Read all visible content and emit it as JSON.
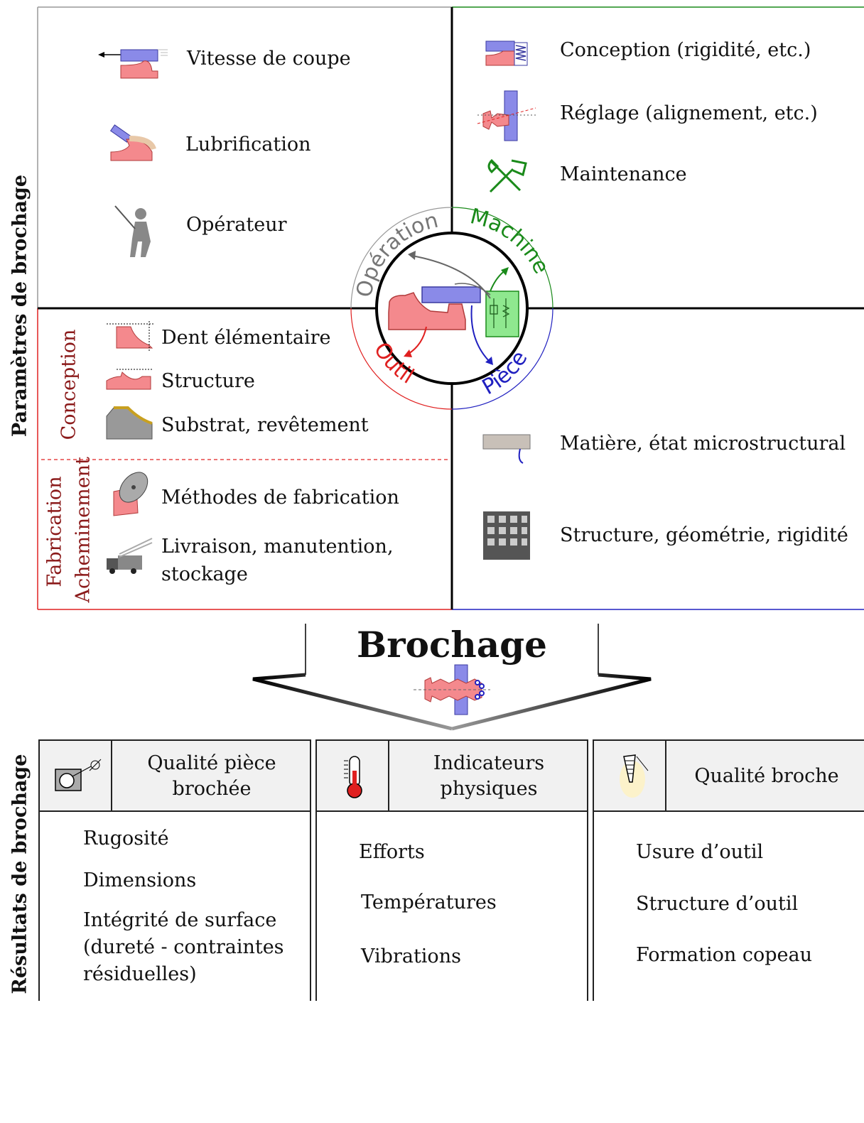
{
  "side_titles": {
    "top": "Paramètres de brochage",
    "bottom": "Résultats de brochage"
  },
  "sub_titles": {
    "conception": "Conception",
    "fabrication": "Fabrication",
    "acheminement": "Acheminement"
  },
  "operation": {
    "label": "Opération",
    "items": [
      "Vitesse de coupe",
      "Lubrification",
      "Opérateur"
    ]
  },
  "machine": {
    "label": "Machine",
    "items": [
      "Conception (rigidité, etc.)",
      "Réglage (alignement, etc.)",
      "Maintenance"
    ]
  },
  "outil": {
    "label": "Outil",
    "conception_items": [
      "Dent élémentaire",
      "Structure",
      "Substrat, revêtement"
    ],
    "fabrication_items": [
      "Méthodes de fabrication",
      "Livraison, manutention,",
      "stockage"
    ]
  },
  "piece": {
    "label": "Pièce",
    "items": [
      "Matière, état microstructural",
      "Structure, géométrie, rigidité"
    ]
  },
  "center_title": "Brochage",
  "results": [
    {
      "header_lines": [
        "Qualité pièce",
        "brochée"
      ],
      "icon": "diameter-icon",
      "items": [
        "Rugosité",
        "Dimensions",
        "Intégrité de surface",
        "(dureté - contraintes",
        "résiduelles)"
      ]
    },
    {
      "header_lines": [
        "Indicateurs",
        "physiques"
      ],
      "icon": "thermometer-icon",
      "items": [
        "Efforts",
        "Températures",
        "Vibrations"
      ]
    },
    {
      "header_lines": [
        "Qualité broche"
      ],
      "icon": "broach-tooth-icon",
      "items": [
        "Usure d’outil",
        "Structure d’outil",
        "Formation copeau"
      ]
    }
  ],
  "colors": {
    "operation": "#777777",
    "machine": "#1a8a1a",
    "outil": "#e02020",
    "piece": "#2020c0",
    "tool_pink": "#f4898d",
    "broach_blue": "#8a8ae8",
    "machine_green": "#8fe88f",
    "dark_red": "#8b1a1a"
  }
}
